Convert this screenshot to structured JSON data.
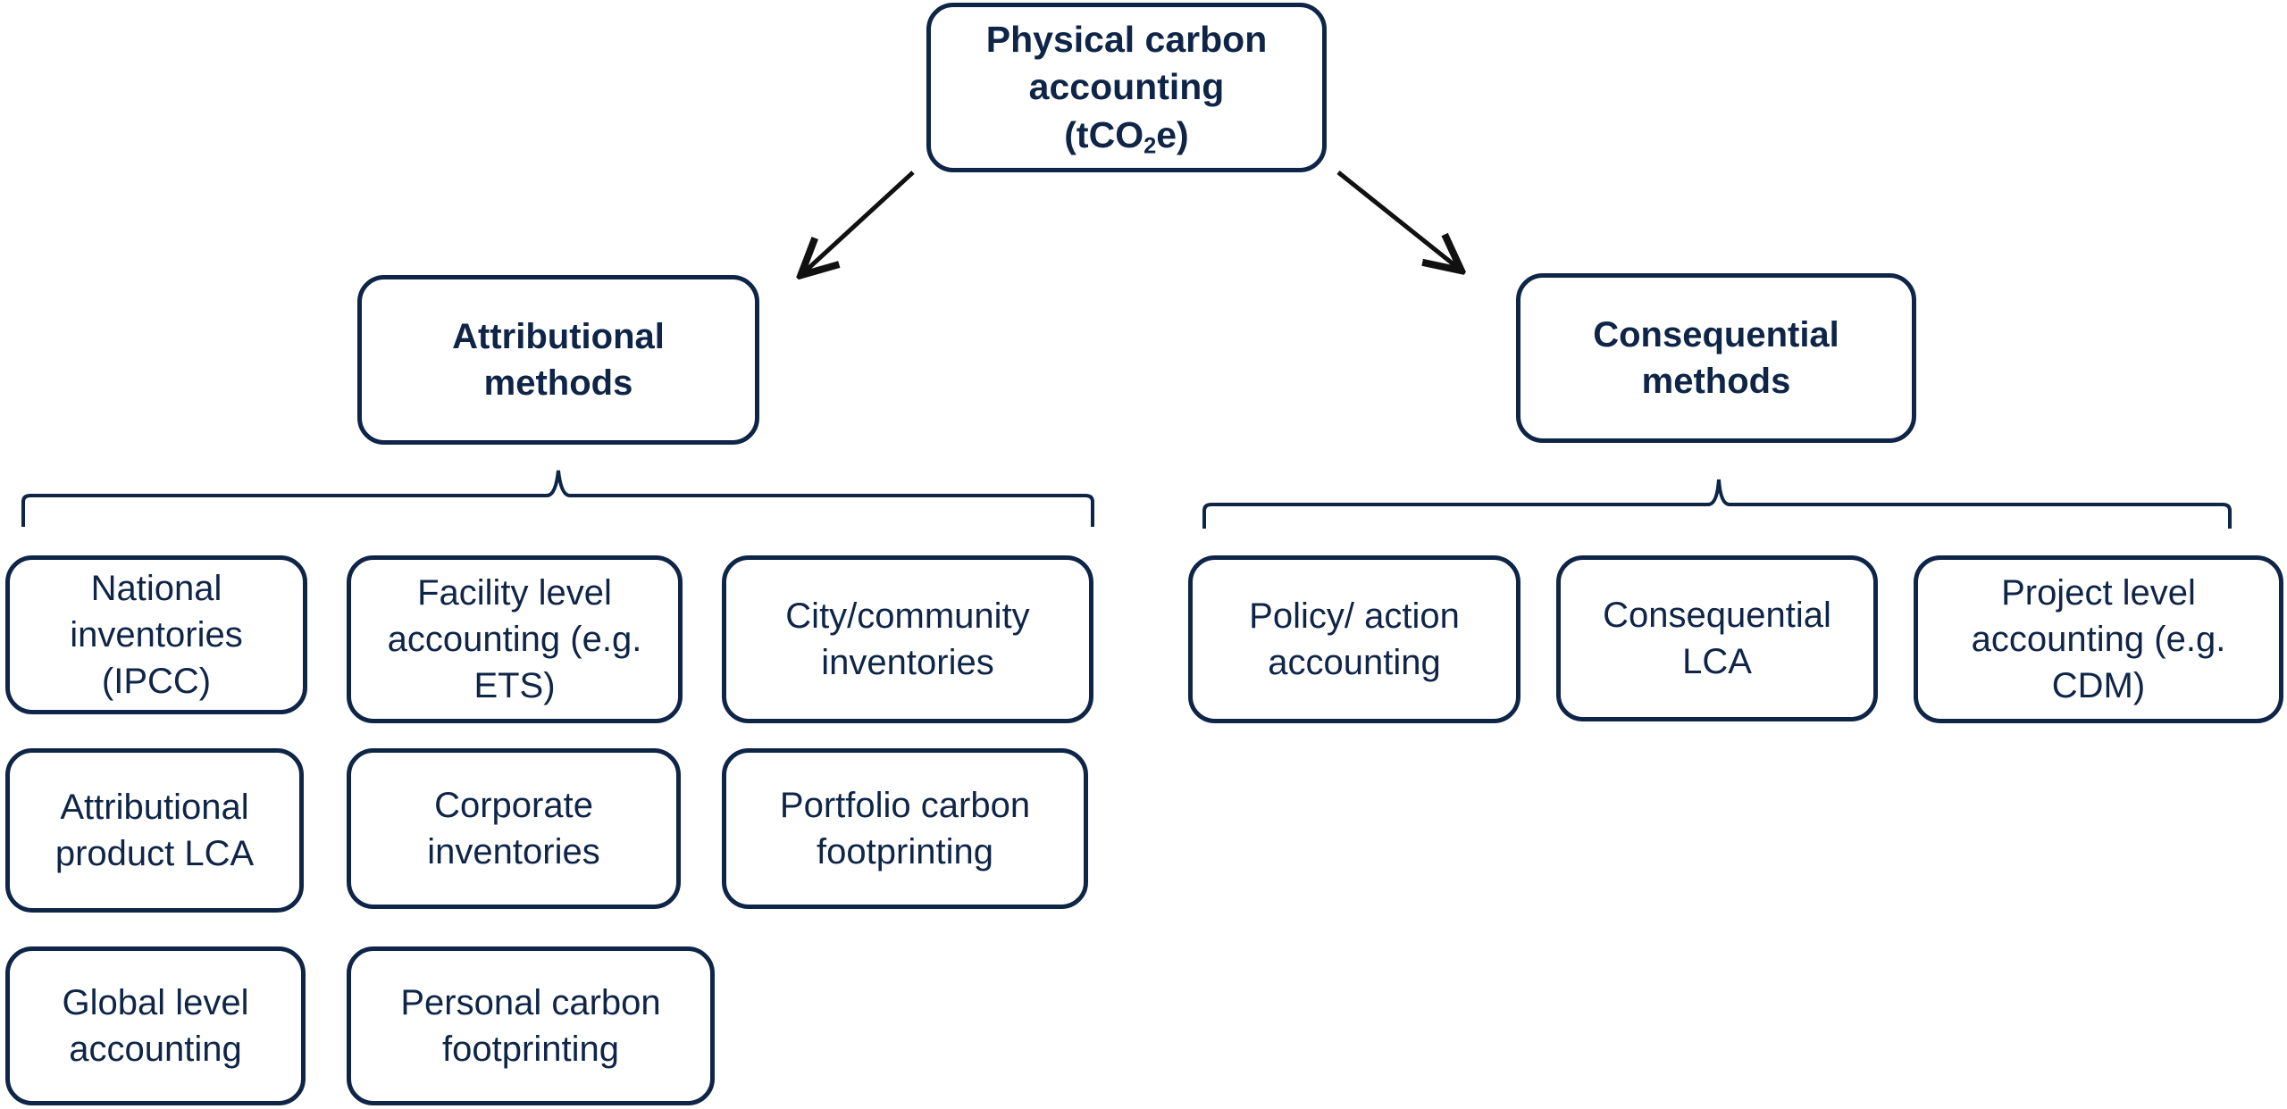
{
  "root": {
    "line1": "Physical carbon",
    "line2": "accounting",
    "unit_prefix": "(tCO",
    "unit_sub": "2",
    "unit_suffix": "e)"
  },
  "branches": {
    "attributional": "Attributional methods",
    "consequential": "Consequential methods"
  },
  "attributional_items": [
    "National inventories (IPCC)",
    "Facility level accounting (e.g. ETS)",
    "City/community inventories",
    "Attributional product LCA",
    "Corporate inventories",
    "Portfolio carbon footprinting",
    "Global level accounting",
    "Personal carbon footprinting"
  ],
  "consequential_items": [
    "Policy/ action accounting",
    "Consequential LCA",
    "Project level accounting (e.g. CDM)"
  ],
  "colors": {
    "stroke": "#0f2547",
    "arrow": "#111111"
  }
}
